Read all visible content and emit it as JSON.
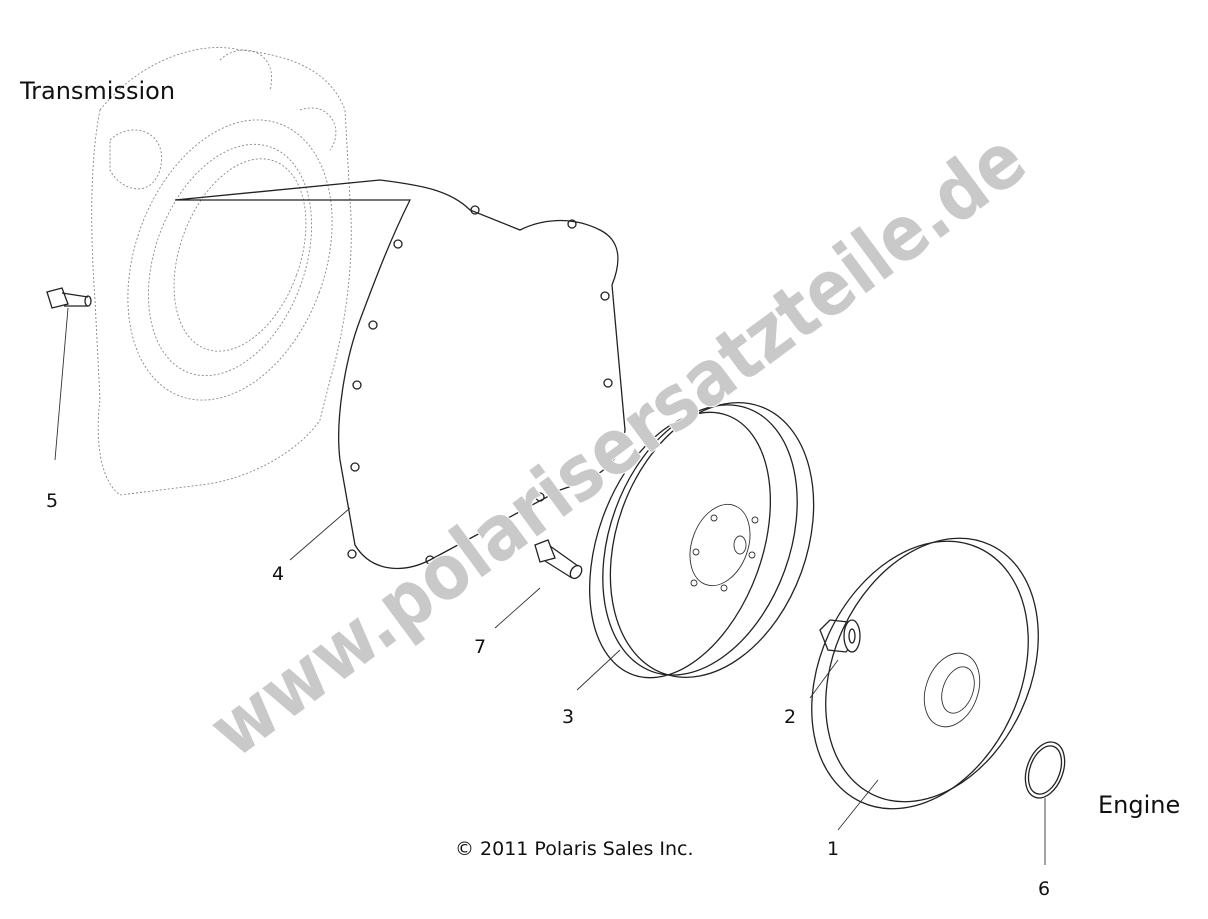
{
  "labels": {
    "transmission": "Transmission",
    "engine": "Engine",
    "copyright": "© 2011 Polaris Sales Inc."
  },
  "callouts": [
    {
      "id": "1",
      "part": "drive-disc"
    },
    {
      "id": "2",
      "part": "nut"
    },
    {
      "id": "3",
      "part": "flywheel"
    },
    {
      "id": "4",
      "part": "gasket"
    },
    {
      "id": "5",
      "part": "bolt"
    },
    {
      "id": "6",
      "part": "snap-ring"
    },
    {
      "id": "7",
      "part": "bolt"
    }
  ],
  "watermark": "www.polarisersatzteile.de",
  "colors": {
    "line": "#222222",
    "watermark": "#c9c9c9"
  }
}
